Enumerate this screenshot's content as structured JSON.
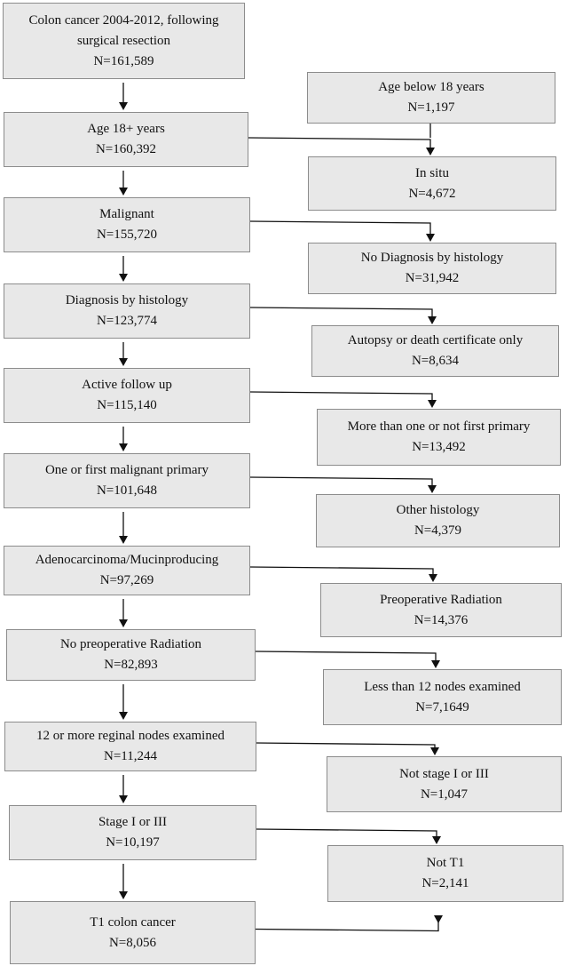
{
  "left_boxes": [
    {
      "id": "start",
      "lines": [
        "Colon cancer 2004-2012, following",
        "surgical resection",
        "N=161,589"
      ]
    },
    {
      "id": "age18",
      "lines": [
        "Age 18+ years",
        "N=160,392"
      ]
    },
    {
      "id": "malignant",
      "lines": [
        "Malignant",
        "N=155,720"
      ]
    },
    {
      "id": "histology",
      "lines": [
        "Diagnosis by histology",
        "N=123,774"
      ]
    },
    {
      "id": "followup",
      "lines": [
        "Active follow up",
        "N=115,140"
      ]
    },
    {
      "id": "primary",
      "lines": [
        "One or first malignant primary",
        "N=101,648"
      ]
    },
    {
      "id": "adeno",
      "lines": [
        "Adenocarcinoma/Mucinproducing",
        "N=97,269"
      ]
    },
    {
      "id": "norad",
      "lines": [
        "No preoperative Radiation",
        "N=82,893"
      ]
    },
    {
      "id": "nodes",
      "lines": [
        "12 or more reginal nodes examined",
        "N=11,244"
      ]
    },
    {
      "id": "stage",
      "lines": [
        "Stage I or III",
        "N=10,197"
      ]
    },
    {
      "id": "t1",
      "lines": [
        "T1 colon cancer",
        "N=8,056"
      ]
    }
  ],
  "right_boxes": [
    {
      "id": "ex_age",
      "lines": [
        "Age below 18 years",
        "N=1,197"
      ]
    },
    {
      "id": "ex_insitu",
      "lines": [
        "In situ",
        "N=4,672"
      ]
    },
    {
      "id": "ex_nohist",
      "lines": [
        "No Diagnosis by histology",
        "N=31,942"
      ]
    },
    {
      "id": "ex_autopsy",
      "lines": [
        "Autopsy or death certificate only",
        "N=8,634"
      ]
    },
    {
      "id": "ex_multi",
      "lines": [
        "More than one or not first primary",
        "N=13,492"
      ]
    },
    {
      "id": "ex_otherhist",
      "lines": [
        "Other histology",
        "N=4,379"
      ]
    },
    {
      "id": "ex_preop",
      "lines": [
        "Preoperative Radiation",
        "N=14,376"
      ]
    },
    {
      "id": "ex_lessnodes",
      "lines": [
        "Less than 12 nodes examined",
        "N=7,1649"
      ]
    },
    {
      "id": "ex_notstage",
      "lines": [
        "Not stage I or III",
        "N=1,047"
      ]
    },
    {
      "id": "ex_nott1",
      "lines": [
        "Not T1",
        "N=2,141"
      ]
    }
  ]
}
